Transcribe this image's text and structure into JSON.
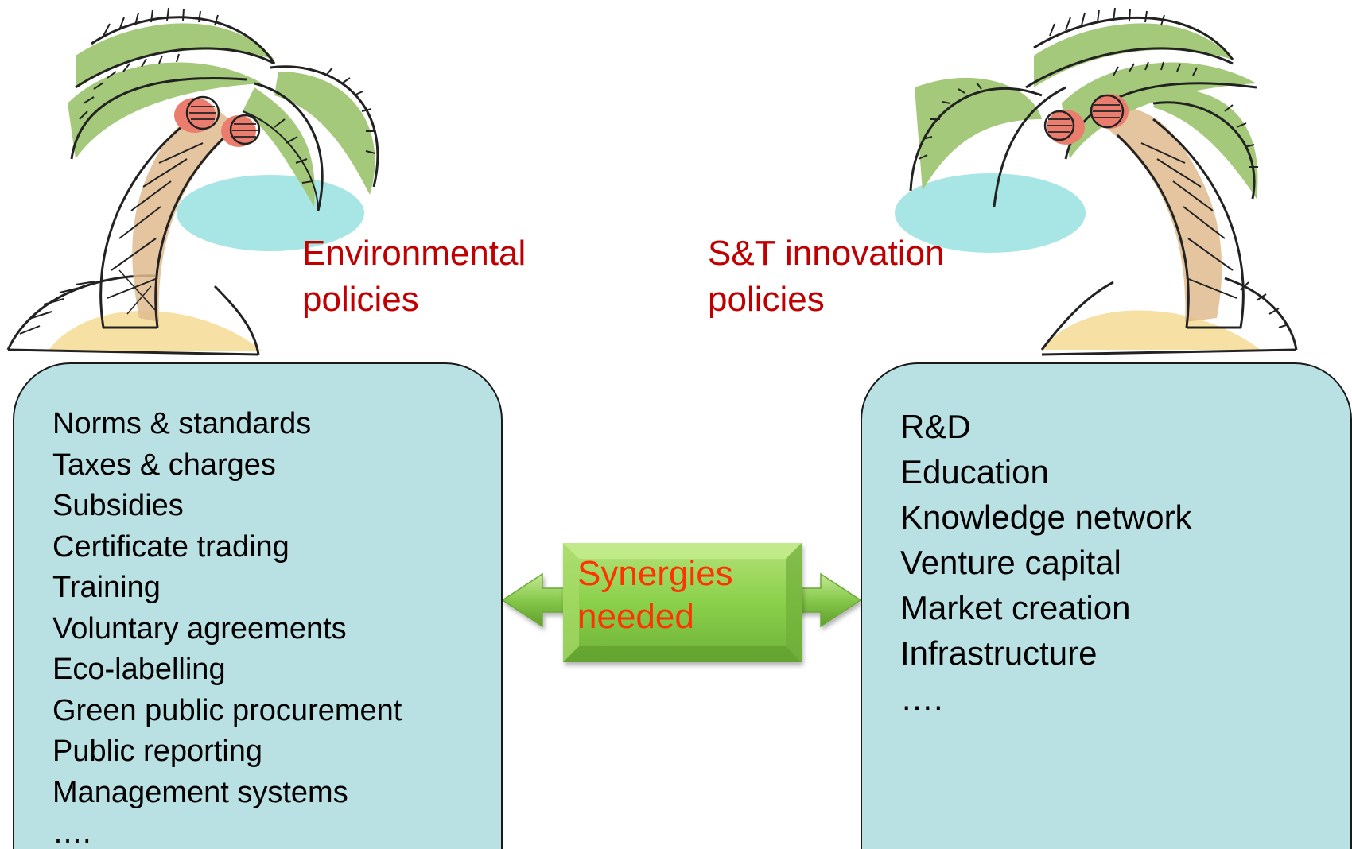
{
  "colors": {
    "title_red": "#c00000",
    "synergy_red": "#ff3300",
    "panel_fill": "#b9e0e2",
    "leaf_green": "#a4c97a",
    "trunk_tan": "#dfbb8e",
    "coconut_red": "#ea7d6e",
    "lagoon_cyan": "#a8e6e6",
    "sand_yellow": "#f6e0a4",
    "arrow_green": "#7cc043",
    "box_green": "#8ad04a"
  },
  "left": {
    "title": [
      "Environmental",
      "policies"
    ],
    "items": [
      "Norms & standards",
      "Taxes & charges",
      "Subsidies",
      "Certificate trading",
      "Training",
      "Voluntary agreements",
      "Eco-labelling",
      "Green public procurement",
      "Public reporting",
      "Management systems",
      "…."
    ]
  },
  "right": {
    "title": [
      "S&T innovation",
      "policies"
    ],
    "items": [
      "R&D",
      "Education",
      "Knowledge network",
      "Venture capital",
      "Market creation",
      "Infrastructure",
      "…."
    ]
  },
  "center": {
    "label": [
      "Synergies",
      "needed"
    ]
  },
  "icons": {
    "left_island": "palm-tree-island-icon",
    "right_island": "palm-tree-island-icon",
    "connector": "double-headed-arrow-icon"
  }
}
